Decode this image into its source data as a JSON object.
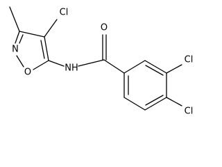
{
  "structure": {
    "atoms": {
      "cl_isoxazole": "Cl",
      "n_ring": "N",
      "o_ring": "O",
      "amide_nh": "NH",
      "carbonyl_o": "O",
      "cl_meta": "Cl",
      "cl_para": "Cl"
    }
  }
}
